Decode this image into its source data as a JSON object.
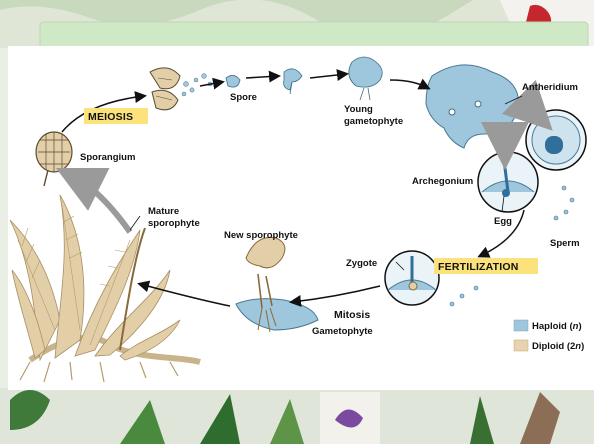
{
  "labels": {
    "meiosis": "MEIOSIS",
    "spore": "Spore",
    "young_gametophyte": "Young gametophyte",
    "young_line1": "Young",
    "young_line2": "gametophyte",
    "antheridium": "Antheridium",
    "sporangium": "Sporangium",
    "archegonium": "Archegonium",
    "egg": "Egg",
    "sperm": "Sperm",
    "mature_sporophyte": "Mature sporophyte",
    "mature_line1": "Mature",
    "mature_line2": "sporophyte",
    "new_sporophyte": "New sporophyte",
    "zygote": "Zygote",
    "fertilization": "FERTILIZATION",
    "mitosis": "Mitosis",
    "gametophyte": "Gametophyte"
  },
  "legend": {
    "haploid": {
      "label": "Haploid (n)",
      "text": "Haploid (",
      "var": "n",
      "close": ")",
      "color": "#9ec6dc"
    },
    "diploid": {
      "label": "Diploid (2n)",
      "text": "Diploid (2",
      "var": "n",
      "close": ")",
      "color": "#e8d3b0"
    }
  },
  "colors": {
    "haploid_blue": "#9ec6dc",
    "diploid_tan": "#e2cfa8",
    "highlight_yellow": "#fbe27a",
    "slide_green": "#cfe8c5"
  }
}
